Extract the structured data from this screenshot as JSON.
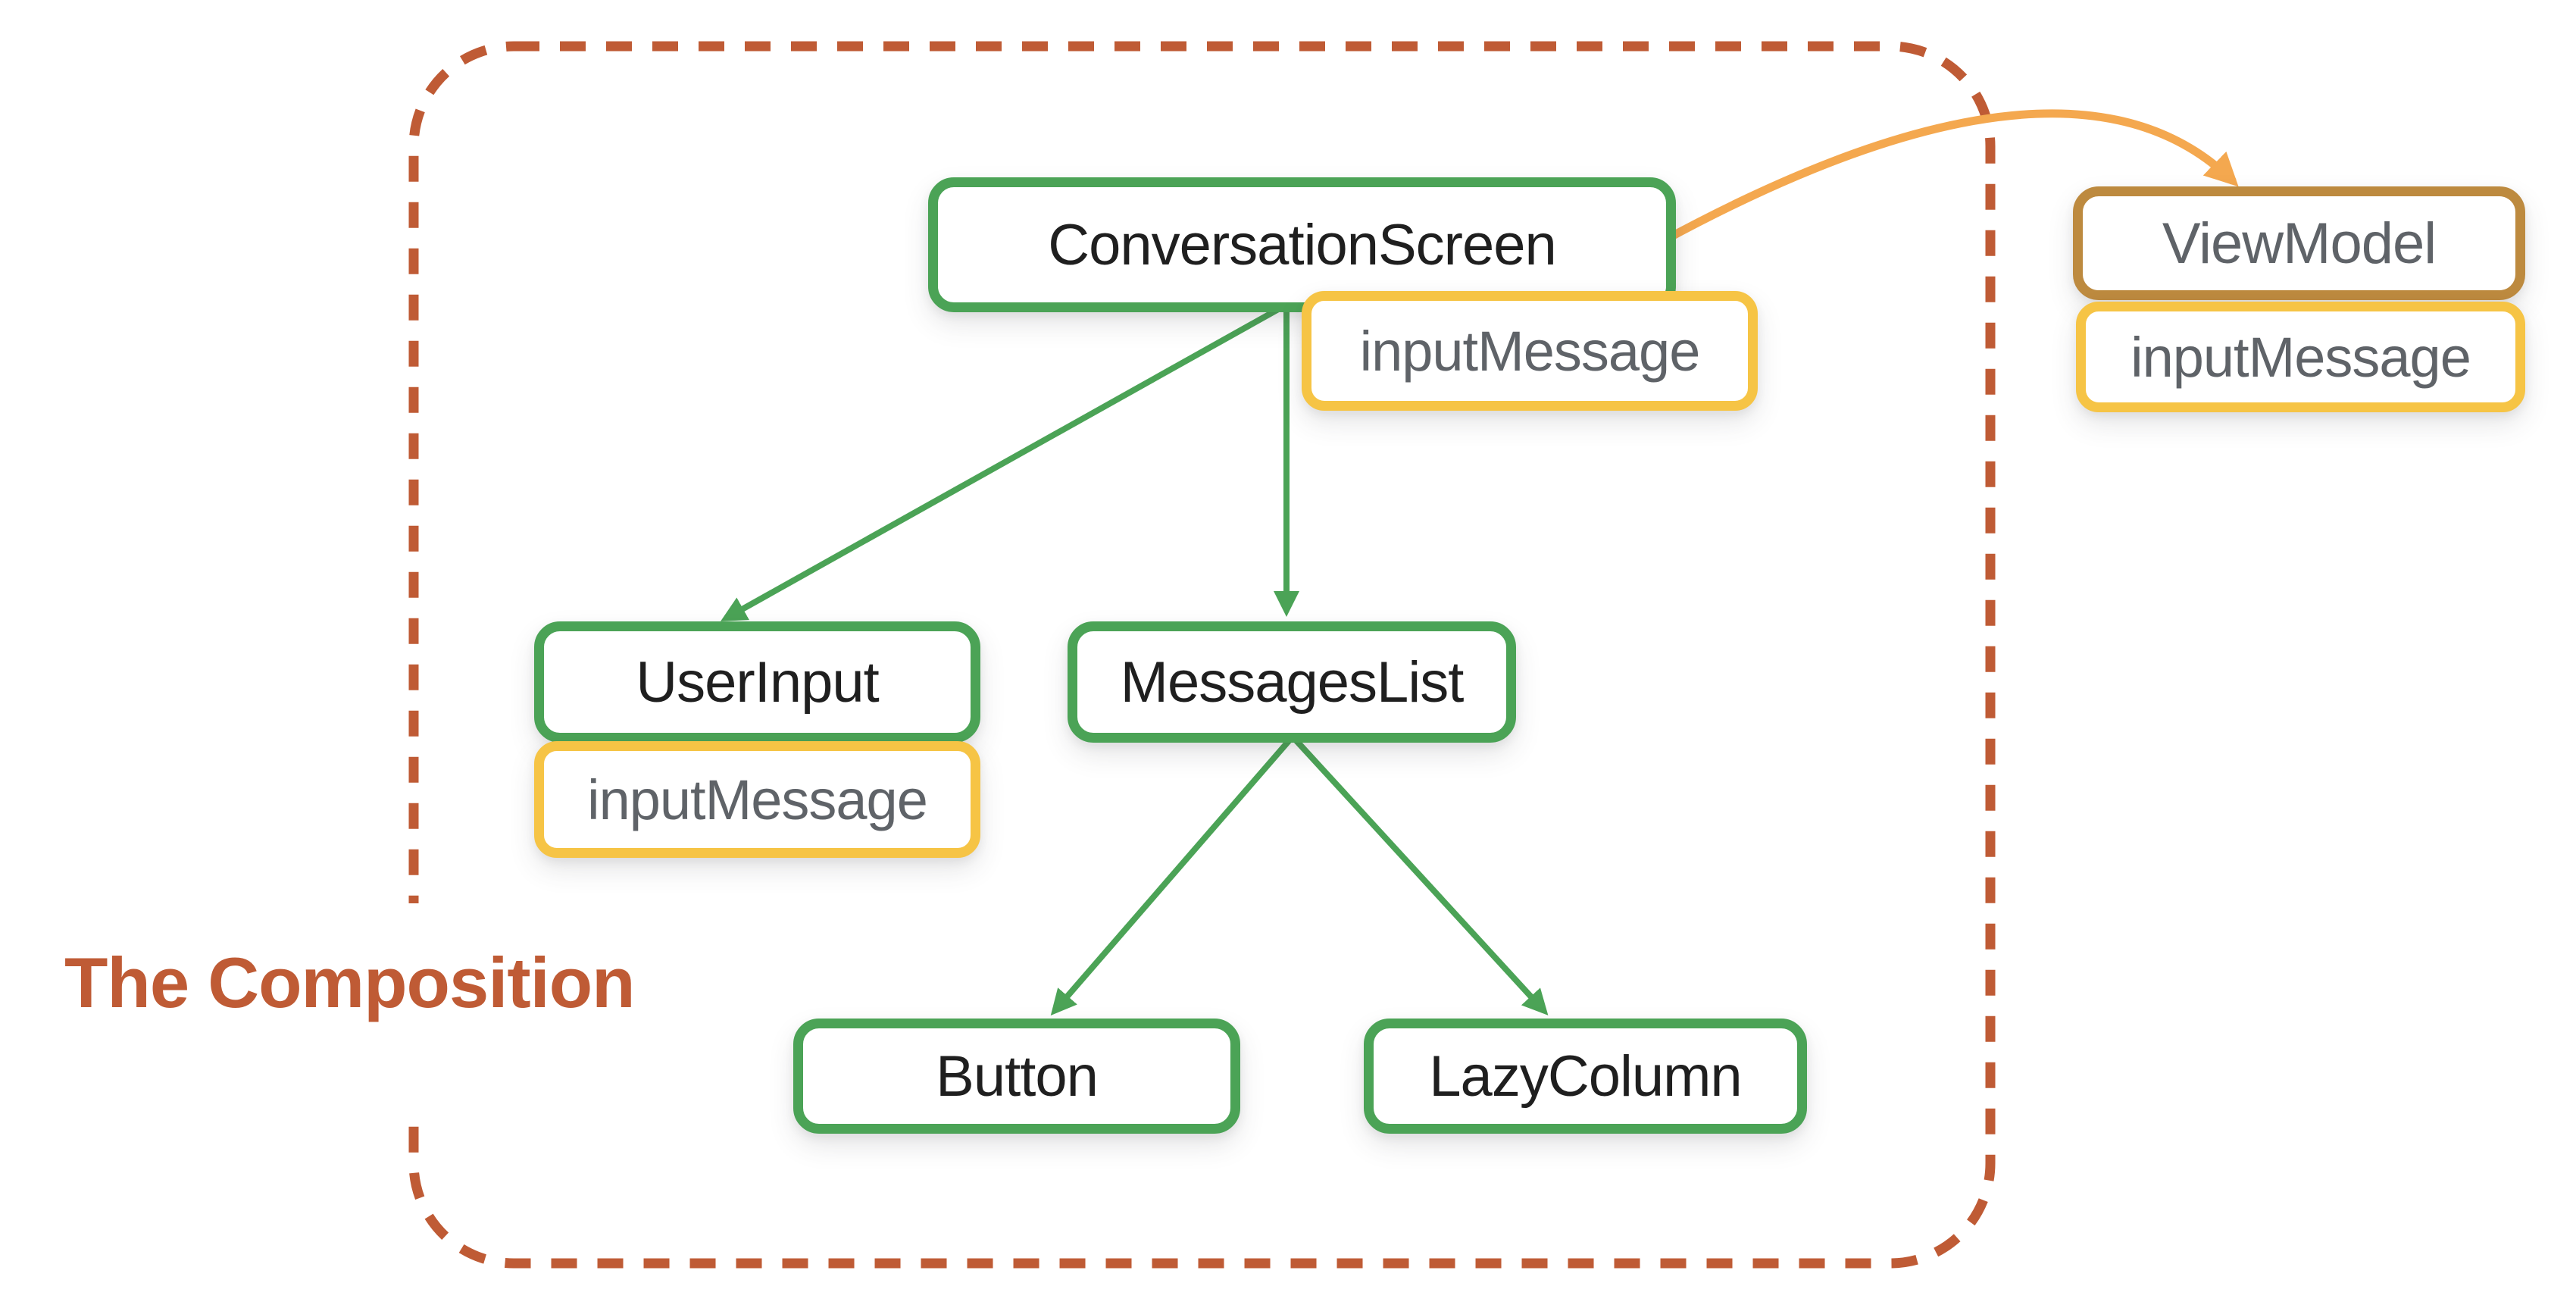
{
  "slide": {
    "title": "The Composition"
  },
  "nodes": {
    "conversation_screen": {
      "label": "ConversationScreen"
    },
    "conversation_screen_state": {
      "label": "inputMessage"
    },
    "user_input": {
      "label": "UserInput"
    },
    "user_input_state": {
      "label": "inputMessage"
    },
    "messages_list": {
      "label": "MessagesList"
    },
    "button": {
      "label": "Button"
    },
    "lazy_column": {
      "label": "LazyColumn"
    },
    "view_model": {
      "label": "ViewModel"
    },
    "view_model_state": {
      "label": "inputMessage"
    }
  },
  "edges": [
    {
      "from": "ConversationScreen",
      "to": "UserInput",
      "style": "green-arrow"
    },
    {
      "from": "ConversationScreen",
      "to": "MessagesList",
      "style": "green-arrow"
    },
    {
      "from": "MessagesList",
      "to": "Button",
      "style": "green-arrow"
    },
    {
      "from": "MessagesList",
      "to": "LazyColumn",
      "style": "green-arrow"
    },
    {
      "from": "ConversationScreen",
      "to": "ViewModel",
      "style": "orange-curved-arrow"
    }
  ],
  "colors": {
    "connector_green": "#4BA356",
    "node_green": "#4BA356",
    "state_yellow": "#F6C445",
    "viewmodel_brown": "#BD8A3F",
    "arrow_orange": "#F4A84F",
    "frame_terracotta": "#BF5B35",
    "label_dark": "#1F1F1F",
    "state_gray": "#5F6368"
  }
}
